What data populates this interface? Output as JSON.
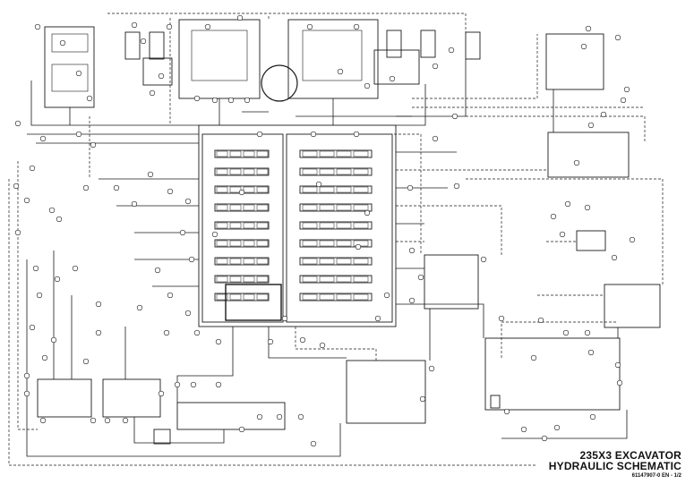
{
  "title": {
    "line1": "235X3 EXCAVATOR",
    "line2": "HYDRAULIC SCHEMATIC",
    "docref": "61147907-0 EN - 1/2"
  },
  "colors": {
    "line": "#1a1a1a",
    "background": "#ffffff"
  }
}
